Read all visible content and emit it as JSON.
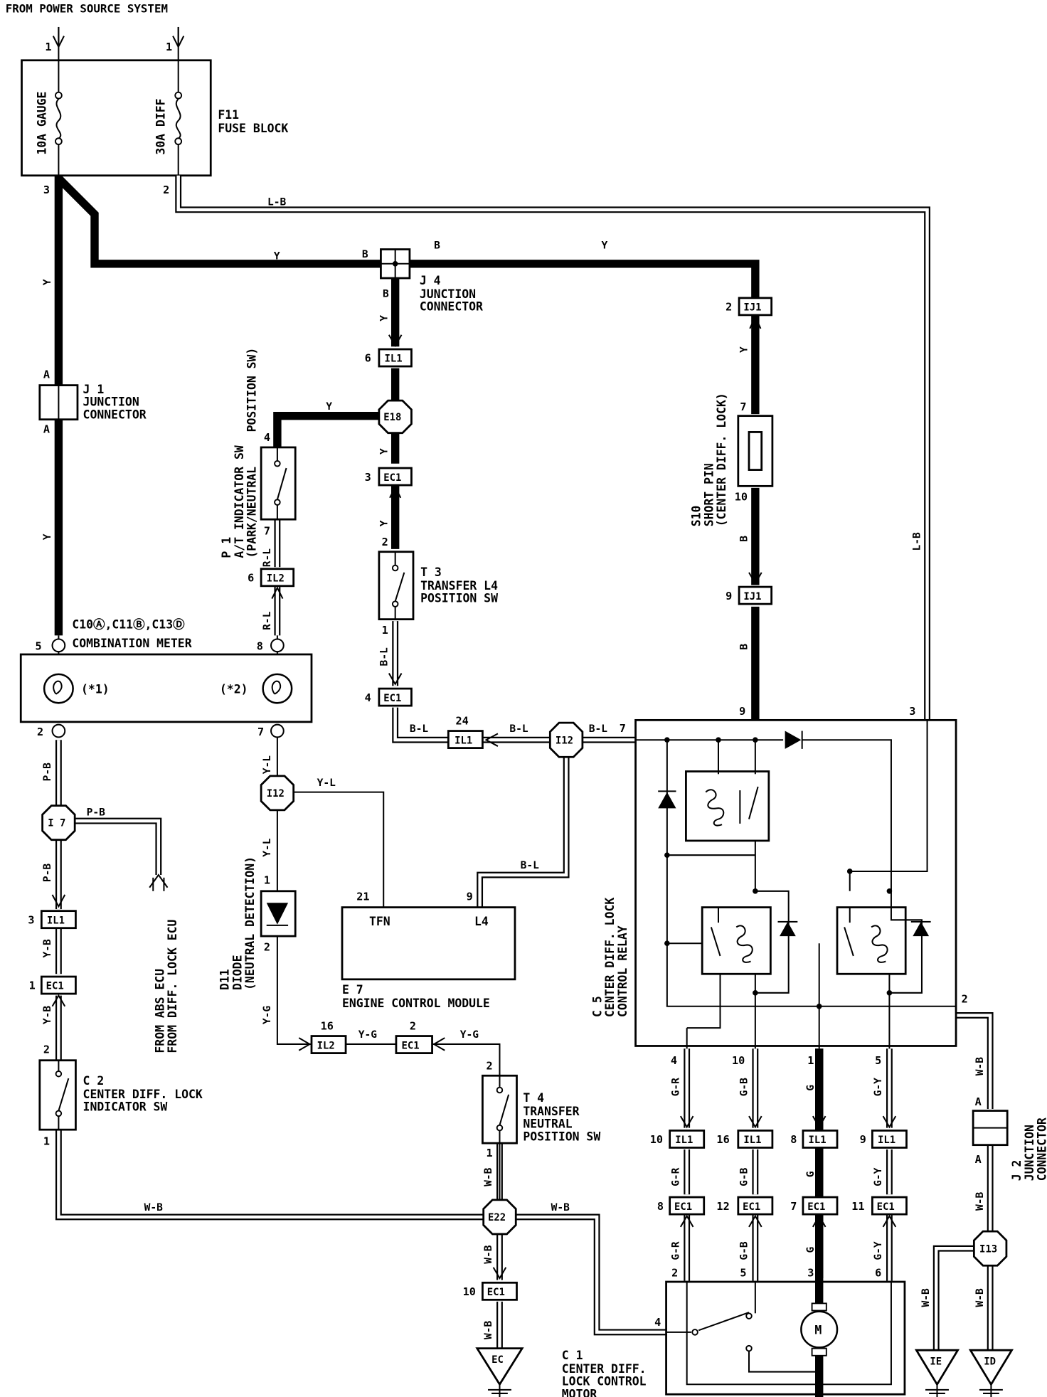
{
  "header": {
    "source": "FROM POWER SOURCE SYSTEM"
  },
  "fuse_block": {
    "label": "FUSE BLOCK",
    "id": "F11",
    "fuses": [
      {
        "name": "10A GAUGE",
        "in_pin": "1",
        "out_pin": "3"
      },
      {
        "name": "30A DIFF",
        "in_pin": "1",
        "out_pin": "2"
      }
    ]
  },
  "components": {
    "j1": {
      "id": "J 1",
      "lines": [
        "JUNCTION",
        "CONNECTOR"
      ],
      "pin_a": "A"
    },
    "j4": {
      "id": "J 4",
      "lines": [
        "JUNCTION",
        "CONNECTOR"
      ]
    },
    "j2": {
      "id": "J 2",
      "lines": [
        "JUNCTION",
        "CONNECTOR"
      ],
      "pin_a": "A"
    },
    "meter": {
      "ids": "C10Ⓐ, C11Ⓑ, C13Ⓓ",
      "id_text": "C10Ⓐ,C11Ⓑ,C13Ⓓ",
      "label": "COMBINATION METER",
      "lamp1": "(★1)",
      "lamp1_text": "(*1)",
      "lamp2_text": "(*2)"
    },
    "p1": {
      "id": "P 1",
      "lines": [
        "A/T INDICATOR SW",
        "(PARK/NEUTRAL",
        "POSITION SW)"
      ]
    },
    "t3": {
      "id": "T 3",
      "lines": [
        "TRANSFER L4",
        "POSITION SW"
      ]
    },
    "s10": {
      "id": "S10",
      "lines": [
        "SHORT PIN",
        "(CENTER DIFF. LOCK)"
      ]
    },
    "c5": {
      "id": "C 5",
      "lines": [
        "CENTER DIFF. LOCK",
        "CONTROL RELAY"
      ]
    },
    "e7": {
      "id": "E 7",
      "label": "ENGINE CONTROL MODULE",
      "pin_tfn": "TFN",
      "pin_l4": "L4"
    },
    "d11": {
      "id": "D11",
      "lines": [
        "DIODE",
        "(NEUTRAL DETECTION)"
      ]
    },
    "c2": {
      "id": "C 2",
      "lines": [
        "CENTER DIFF. LOCK",
        "INDICATOR SW"
      ]
    },
    "t4": {
      "id": "T 4",
      "lines": [
        "TRANSFER",
        "NEUTRAL",
        "POSITION SW"
      ]
    },
    "c1": {
      "id": "C 1",
      "lines": [
        "CENTER DIFF.",
        "LOCK CONTROL",
        "MOTOR"
      ]
    },
    "abs_note": [
      "FROM ABS ECU",
      "FROM DIFF. LOCK ECU"
    ]
  },
  "connectors": {
    "ij1": "IJ1",
    "il1": "IL1",
    "il2": "IL2",
    "ec1": "EC1",
    "e18": "E18",
    "i12": "I12",
    "i7": "I 7",
    "e22": "E22",
    "i13": "I13"
  },
  "grounds": [
    "EC",
    "IE",
    "ID"
  ],
  "wire_colors": {
    "y": "Y",
    "b": "B",
    "lb": "L-B",
    "rl": "R-L",
    "bl": "B-L",
    "yl": "Y-L",
    "pb": "P-B",
    "yb": "Y-B",
    "yg": "Y-G",
    "wb": "W-B",
    "gr": "G-R",
    "gb": "G-B",
    "g": "G",
    "gy": "G-Y"
  },
  "motor_symbol": "M",
  "pins": {
    "p1": "1",
    "p2": "2",
    "p3": "3",
    "p4": "4",
    "p5": "5",
    "p6": "6",
    "p7": "7",
    "p8": "8",
    "p9": "9",
    "p10": "10",
    "p11": "11",
    "p12": "12",
    "p16": "16",
    "p21": "21",
    "p24": "24"
  }
}
